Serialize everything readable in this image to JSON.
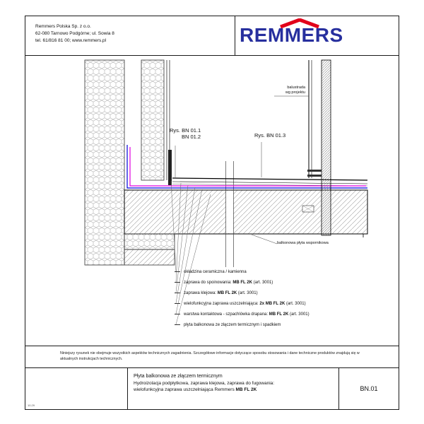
{
  "header": {
    "company_lines": [
      "Remmers Polska Sp. z o.o.",
      "62-080 Tarnowo Podgórne; ul. Sowia 8",
      "tel. 61/816 81 00; www.remmers.pl"
    ],
    "logo_text": "REMMERS"
  },
  "colors": {
    "logo_blue": "#272f9e",
    "logo_red": "#e2001a",
    "sealing_blue": "#0000dd",
    "sealing_magenta": "#e000e0"
  },
  "drawing": {
    "ref_label_1a": "Rys. BN 01.1",
    "ref_label_1b": "BN 01.2",
    "ref_label_3": "Rys. BN 01.3",
    "balustrade_note_line1": "balustrada",
    "balustrade_note_line2": "wg projektu",
    "slab_note": "balkonowa płyta wspornikowa"
  },
  "legend": {
    "items": [
      {
        "prefix": "okładzina ceramiczna / kamienna",
        "bold": "",
        "suffix": ""
      },
      {
        "prefix": "zaprawa do spoinowania: ",
        "bold": "MB FL 2K",
        "suffix": " (art. 3001)"
      },
      {
        "prefix": "zaprawa klejowa: ",
        "bold": "MB FL 2K",
        "suffix": " (art. 3001)"
      },
      {
        "prefix": "wielofunkcyjna zaprawa uszczelniająca: ",
        "bold": "2x MB FL 2K",
        "suffix": " (art. 3001)"
      },
      {
        "prefix": "warstwa kontaktowa - szpachlówka drapana: ",
        "bold": "MB FL 2K",
        "suffix": " (art. 3001)"
      },
      {
        "prefix": "płyta balkonowa ze złączem termicznym i spadkiem",
        "bold": "",
        "suffix": ""
      }
    ]
  },
  "disclaimer": "Niniejszy rysunek nie obejmuje wszystkich aspektów technicznych zagadnienia. Szczegółowe informacje dotyczące sposobu stosowania i dane techniczne produktów znajdują się w aktualnych instrukcjach technicznych.",
  "title_block": {
    "line1": "Płyta balkonowa ze złączem termicznym",
    "line2": "Hydroizolacja podpłytkowa, zaprawa klejowa, zaprawa do fugowania:",
    "line3_prefix": "wielofunkcyjna zaprawa uszczelniająca Remmers ",
    "line3_bold": "MB FL 2K",
    "drawing_number": "BN.01"
  },
  "footer_note": "10.29"
}
